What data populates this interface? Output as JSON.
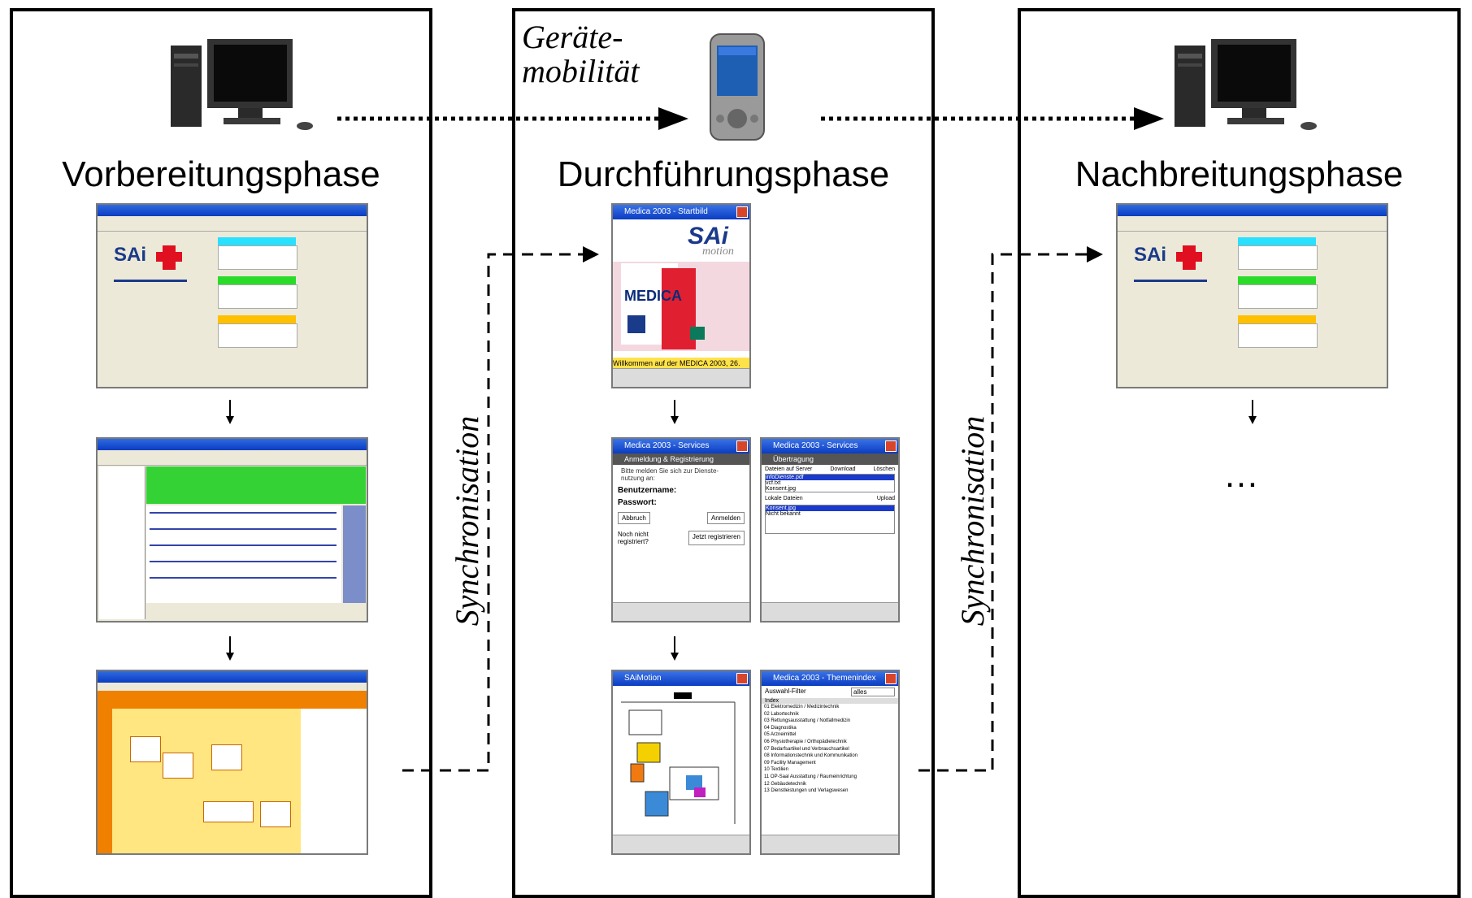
{
  "phases": [
    {
      "title": "Vorbereitungsphase"
    },
    {
      "title": "Durchführungsphase"
    },
    {
      "title": "Nachbreitungsphase"
    }
  ],
  "labels": {
    "mobility_line1": "Geräte-",
    "mobility_line2": "mobilität",
    "sync": "Synchronisation",
    "ellipsis": "…"
  },
  "screens": {
    "pda_start_title": "Medica 2003 - Startbild",
    "pda_brand": "SAi",
    "pda_brand_sub": "motion",
    "pda_medica": "MEDICA",
    "pda_welcome": "Willkommen auf der MEDICA 2003, 26.",
    "pda_services_title": "Medica 2003 - Services",
    "pda_login_header": "Anmeldung & Registrierung",
    "pda_login_hint": "Bitte melden Sie sich zur Dienste-nutzung an:",
    "pda_user_label": "Benutzername:",
    "pda_pass_label": "Passwort:",
    "pda_abbruch": "Abbruch",
    "pda_anmelden": "Anmelden",
    "pda_not_registered": "Noch nicht registriert?",
    "pda_register": "Jetzt registrieren",
    "pda_transfer_header": "Übertragung",
    "pda_files_label": "Dateien auf Server",
    "pda_download": "Download",
    "pda_delete": "Löschen",
    "pda_files": [
      "infoDienste.pdf",
      "vcf.txt",
      "Konsent.jpg"
    ],
    "pda_local_label": "Lokale Dateien",
    "pda_upload": "Upload",
    "pda_local_files": [
      "Konsent.jpg",
      "Nicht bekannt"
    ],
    "pda_map_title": "SAiMotion",
    "pda_themes_title": "Medica 2003 - Themenindex",
    "pda_filter_label": "Auswahl-Filter",
    "pda_filter_value": "alles",
    "pda_theme_header": "Index",
    "pda_themes": [
      "01 Elektromedizin / Medizintechnik",
      "02 Labortechnik",
      "03 Rettungsausstattung / Notfallmedizin",
      "04 Diagnostika",
      "05 Arzneimittel",
      "06 Physiotherapie / Orthopädietechnik",
      "07 Bedarfsartikel und Verbrauchsartikel",
      "08 Informationstechnik und Kommunikation",
      "09 Facility Management",
      "10 Textilien",
      "11 OP-Saal Ausstattung / Raumeinrichtung",
      "12 Gebäudetechnik",
      "13 Dienstleistungen und Verlagswesen"
    ]
  }
}
